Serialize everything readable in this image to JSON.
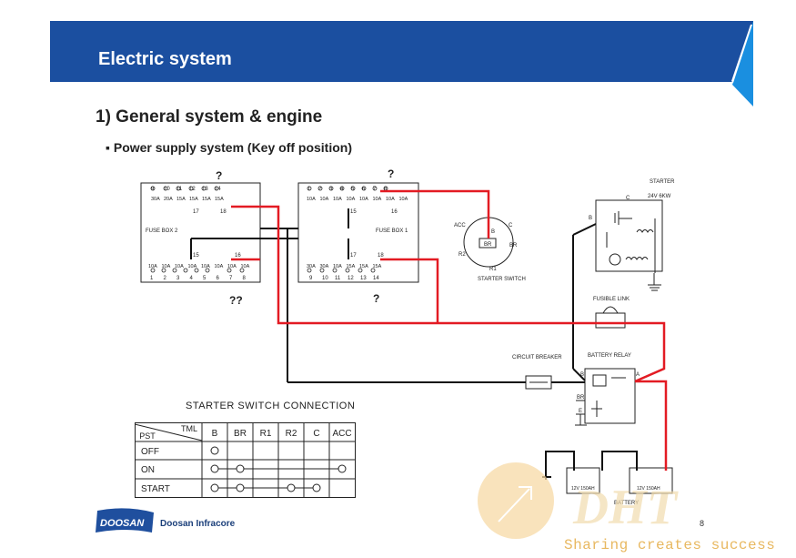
{
  "slide": {
    "title": "Electric system",
    "heading": "1) General system & engine",
    "subheading": "▪ Power supply system (Key off position)",
    "page_number": "8"
  },
  "brand": {
    "logo_text": "DOOSAN",
    "company": "Doosan Infracore",
    "watermark_logo": "DHT",
    "watermark": "Sharing creates success"
  },
  "colors": {
    "banner": "#1b4fa0",
    "wire_power": "#e31b23",
    "wire_ground": "#000000",
    "watermark": "#e8b860"
  },
  "diagram": {
    "fuse_box_2": {
      "label": "FUSE BOX 2",
      "top_numbers": [
        "9",
        "10",
        "11",
        "12",
        "13",
        "14"
      ],
      "top_ratings": [
        "30A",
        "20A",
        "15A",
        "15A",
        "15A",
        "15A"
      ],
      "top_extra": [
        "17",
        "18"
      ],
      "bottom_numbers": [
        "1",
        "2",
        "3",
        "4",
        "5",
        "6",
        "7",
        "8"
      ],
      "bottom_ratings": [
        "10A",
        "10A",
        "10A",
        "10A",
        "10A",
        "10A",
        "10A",
        "10A"
      ],
      "bottom_extra": [
        "15",
        "16"
      ],
      "top_marker": "?",
      "bottom_marker": "??"
    },
    "fuse_box_1": {
      "label": "FUSE BOX 1",
      "top_numbers": [
        "1",
        "2",
        "3",
        "4",
        "5",
        "6",
        "7",
        "8"
      ],
      "top_ratings": [
        "10A",
        "10A",
        "10A",
        "10A",
        "10A",
        "10A",
        "10A",
        "10A"
      ],
      "top_extra": [
        "15",
        "16"
      ],
      "bottom_numbers": [
        "9",
        "10",
        "11",
        "12",
        "13",
        "14"
      ],
      "bottom_ratings": [
        "30A",
        "30A",
        "10A",
        "15A",
        "15A",
        "15A"
      ],
      "bottom_extra": [
        "17",
        "18"
      ],
      "top_marker": "?",
      "bottom_marker": "?"
    },
    "starter_switch": {
      "label": "STARTER SWITCH",
      "terminals": [
        "ACC",
        "B",
        "C",
        "BR",
        "R2",
        "R1"
      ],
      "center": "BR"
    },
    "starter": {
      "label": "STARTER",
      "spec": "24V 6KW",
      "terminal_c": "C",
      "terminal_b": "B"
    },
    "fusible_link": {
      "label": "FUSIBLE LINK"
    },
    "circuit_breaker": {
      "label": "CIRCUIT BREAKER"
    },
    "battery_relay": {
      "label": "BATTERY RELAY",
      "terminals": [
        "B",
        "A",
        "BR",
        "E"
      ]
    },
    "battery": {
      "label": "BATTERY",
      "cells": [
        "12V 150AH",
        "12V 150AH"
      ]
    }
  },
  "connection_table": {
    "title": "STARTER SWITCH CONNECTION",
    "corner_top": "TML",
    "corner_bottom": "PST",
    "columns": [
      "B",
      "BR",
      "R1",
      "R2",
      "C",
      "ACC"
    ],
    "rows": [
      {
        "position": "OFF",
        "connected": [
          true,
          false,
          false,
          false,
          false,
          false
        ]
      },
      {
        "position": "ON",
        "connected": [
          true,
          true,
          false,
          false,
          false,
          true
        ]
      },
      {
        "position": "START",
        "connected": [
          true,
          true,
          false,
          true,
          true,
          false
        ]
      }
    ]
  }
}
